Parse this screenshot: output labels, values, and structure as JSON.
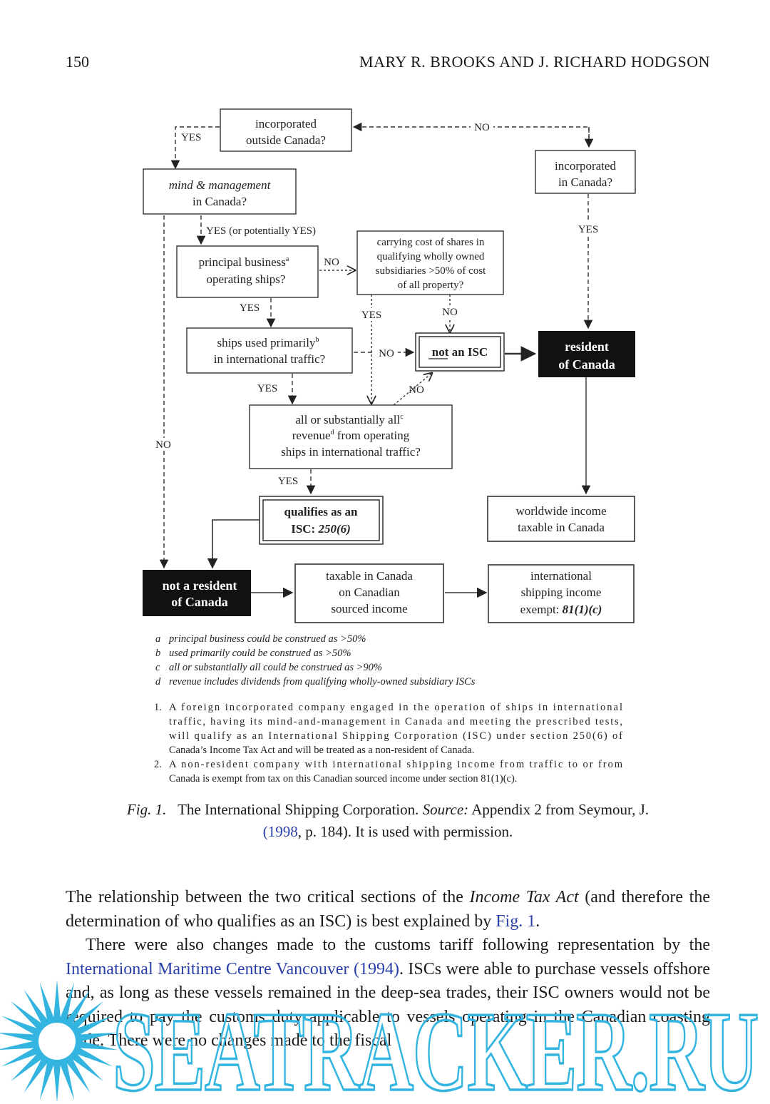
{
  "header": {
    "page_number": "150",
    "authors": "MARY R. BROOKS AND J. RICHARD HODGSON"
  },
  "flow": {
    "box_inc_outside": [
      "incorporated",
      "outside Canada?"
    ],
    "box_mind": [
      "mind & management",
      "in Canada?"
    ],
    "box_inc_canada": [
      "incorporated",
      "in Canada?"
    ],
    "box_principal": [
      "principal business",
      "operating ships?"
    ],
    "sup_a": "a",
    "box_carrying": [
      "carrying cost of shares in",
      "qualifying wholly owned",
      "subsidiaries >50% of cost",
      "of all property?"
    ],
    "box_ships_used": [
      "ships used primarily",
      "in international traffic?"
    ],
    "sup_b": "b",
    "box_not_isc": "not an ISC",
    "box_resident": [
      "resident",
      "of Canada"
    ],
    "box_all_rev": [
      "all or substantially all",
      "revenue",
      " from operating",
      "ships in international traffic?"
    ],
    "sup_c": "c",
    "sup_d": "d",
    "box_qualifies": [
      "qualifies as an",
      "ISC: ",
      "250(6)"
    ],
    "box_worldwide": [
      "worldwide income",
      "taxable in Canada"
    ],
    "box_not_resident": [
      "not a resident",
      "of Canada"
    ],
    "box_taxable": [
      "taxable in Canada",
      "on Canadian",
      "sourced income"
    ],
    "box_intl": [
      "international",
      "shipping income",
      "exempt: ",
      "81(1)(c)"
    ],
    "labels": {
      "yes": "YES",
      "no": "NO",
      "yes_potentially": "YES (or potentially YES)"
    }
  },
  "footnotes": [
    {
      "key": "a",
      "text": "principal business could be construed as >50%"
    },
    {
      "key": "b",
      "text": "used primarily could be construed as >50%"
    },
    {
      "key": "c",
      "text": "all or substantially all could be construed as >90%"
    },
    {
      "key": "d",
      "text": "revenue includes dividends from qualifying wholly-owned subsidiary ISCs"
    }
  ],
  "notes": [
    {
      "num": "1.",
      "lines": [
        "A foreign incorporated company engaged in the operation of ships in international",
        "traffic, having its mind-and-management in Canada and meeting the prescribed tests,",
        "will qualify as an International Shipping Corporation (ISC) under section 250(6) of",
        "Canada’s Income Tax Act and will be treated as a non-resident of Canada."
      ]
    },
    {
      "num": "2.",
      "lines": [
        "A non-resident company with international shipping income from traffic to or from",
        "Canada is exempt from tax on this Canadian sourced income under section 81(1)(c)."
      ]
    }
  ],
  "caption": {
    "fig": "Fig. 1.",
    "title": "The International Shipping Corporation.",
    "source_label": "Source:",
    "source_text": "Appendix 2 from Seymour, J.",
    "year_link": "(1998",
    "rest": ", p. 184). It is used with permission."
  },
  "body": {
    "p1_a": "The relationship between the two critical sections of the ",
    "p1_italic": "Income Tax Act",
    "p1_b": " (and therefore the determination of who qualifies as an ISC) is best explained by ",
    "p1_link": "Fig. 1",
    "p1_c": ".",
    "p2_a": "There were also changes made to the customs tariff following representation by the ",
    "p2_link": "International Maritime Centre Vancouver (1994)",
    "p2_b": ". ISCs were able to purchase vessels offshore and, as long as these vessels remained in the deep-sea trades, their ISC owners would not be required to pay the customs duty applicable to vessels operating in the Canadian coasting trade. There were no changes made to the fiscal"
  },
  "watermark": {
    "text": "SEATRACKER.RU",
    "color": "#33b5e0"
  }
}
